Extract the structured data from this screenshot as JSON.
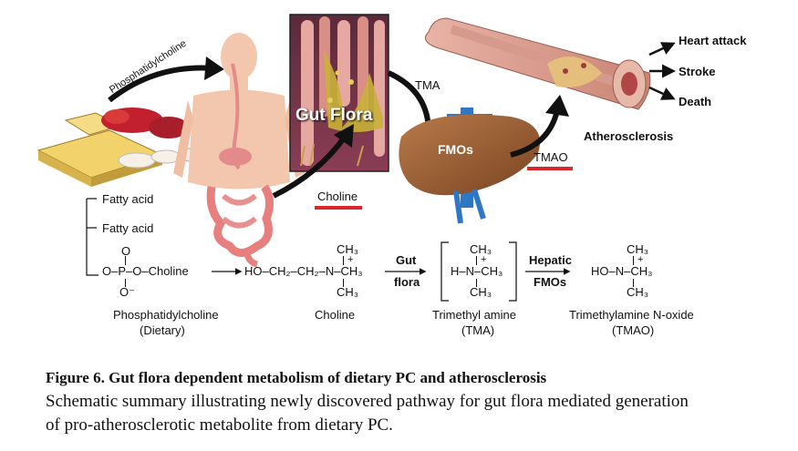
{
  "illustration": {
    "phosphatidylcholine_arrow_label": "Phosphatidylcholine",
    "gut_flora_label": "Gut Flora",
    "tma_label": "TMA",
    "fmos_label": "FMOs",
    "tmao_label": "TMAO",
    "choline_label": "Choline",
    "atherosclerosis_label": "Atherosclerosis",
    "outcomes": [
      "Heart attack",
      "Stroke",
      "Death"
    ],
    "highlight_color": "#d9262b"
  },
  "pathway": {
    "branches": [
      "Fatty acid",
      "Fatty acid"
    ],
    "pc_formula": {
      "top_o": "O",
      "main": "O–P–O–Choline",
      "bottom_o": "O⁻"
    },
    "choline_formula": {
      "main": "HO–CH₂–CH₂–N–CH₃",
      "top": "CH₃",
      "bottom": "CH₃",
      "charge": "+"
    },
    "step1": {
      "line1": "Gut",
      "line2": "flora"
    },
    "tma_formula": {
      "main": "H–N–CH₃",
      "top": "CH₃",
      "bottom": "CH₃",
      "charge": "+"
    },
    "step2": {
      "line1": "Hepatic",
      "line2": "FMOs"
    },
    "tmao_formula": {
      "main": "HO–N–CH₃",
      "top": "CH₃",
      "bottom": "CH₃",
      "charge": "+"
    },
    "names": [
      {
        "line1": "Phosphatidylcholine",
        "line2": "(Dietary)"
      },
      {
        "line1": "Choline",
        "line2": ""
      },
      {
        "line1": "Trimethyl amine",
        "line2": "(TMA)"
      },
      {
        "line1": "Trimethylamine N-oxide",
        "line2": "(TMAO)"
      }
    ]
  },
  "caption": {
    "title": "Figure 6. Gut flora dependent metabolism of dietary PC and atherosclerosis",
    "line1": "Schematic summary illustrating newly discovered pathway for gut flora mediated generation",
    "line2": "of pro-atherosclerotic metabolite from dietary PC."
  }
}
